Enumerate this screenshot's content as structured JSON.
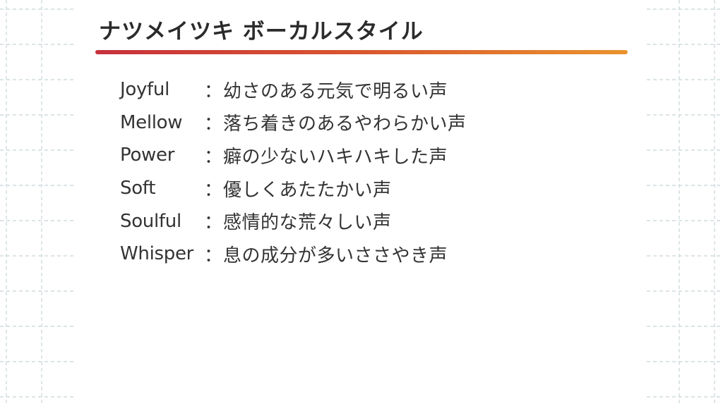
{
  "slide": {
    "title": "ナツメイツキ ボーカルスタイル",
    "accent_gradient": {
      "start": "#c7313c",
      "mid": "#d9572f",
      "end": "#e9932e"
    },
    "grid_color": "#cfdcdd",
    "separator": "：",
    "styles": [
      {
        "name": "Joyful",
        "description": "幼さのある元気で明るい声"
      },
      {
        "name": "Mellow",
        "description": "落ち着きのあるやわらかい声"
      },
      {
        "name": "Power",
        "description": "癖の少ないハキハキした声"
      },
      {
        "name": "Soft",
        "description": "優しくあたたかい声"
      },
      {
        "name": "Soulful",
        "description": "感情的な荒々しい声"
      },
      {
        "name": "Whisper",
        "description": "息の成分が多いささやき声"
      }
    ]
  }
}
